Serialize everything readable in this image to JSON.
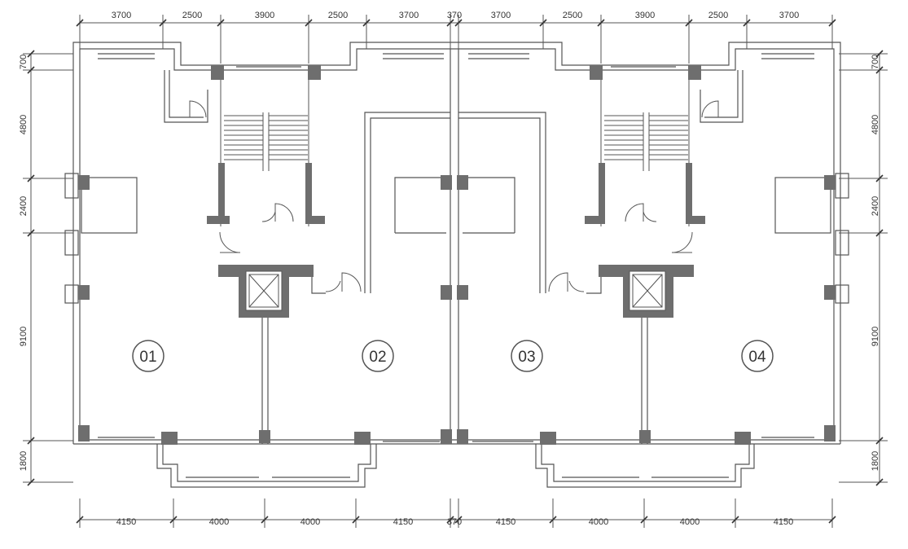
{
  "colors": {
    "line": "#555555",
    "thin": "#8a8a8a",
    "wall_fill": "#6e6e6e",
    "text": "#333333",
    "background": "#ffffff"
  },
  "top_dimensions": [
    "3700",
    "2500",
    "3900",
    "2500",
    "3700",
    "370",
    "3700",
    "2500",
    "3900",
    "2500",
    "3700"
  ],
  "bottom_dimensions": [
    "4150",
    "4000",
    "4000",
    "4150",
    "370",
    "4150",
    "4000",
    "4000",
    "4150"
  ],
  "left_dimensions": [
    "700",
    "4800",
    "2400",
    "9100",
    "1800"
  ],
  "right_dimensions": [
    "700",
    "4800",
    "2400",
    "9100",
    "1800"
  ],
  "units": [
    "01",
    "02",
    "03",
    "04"
  ]
}
